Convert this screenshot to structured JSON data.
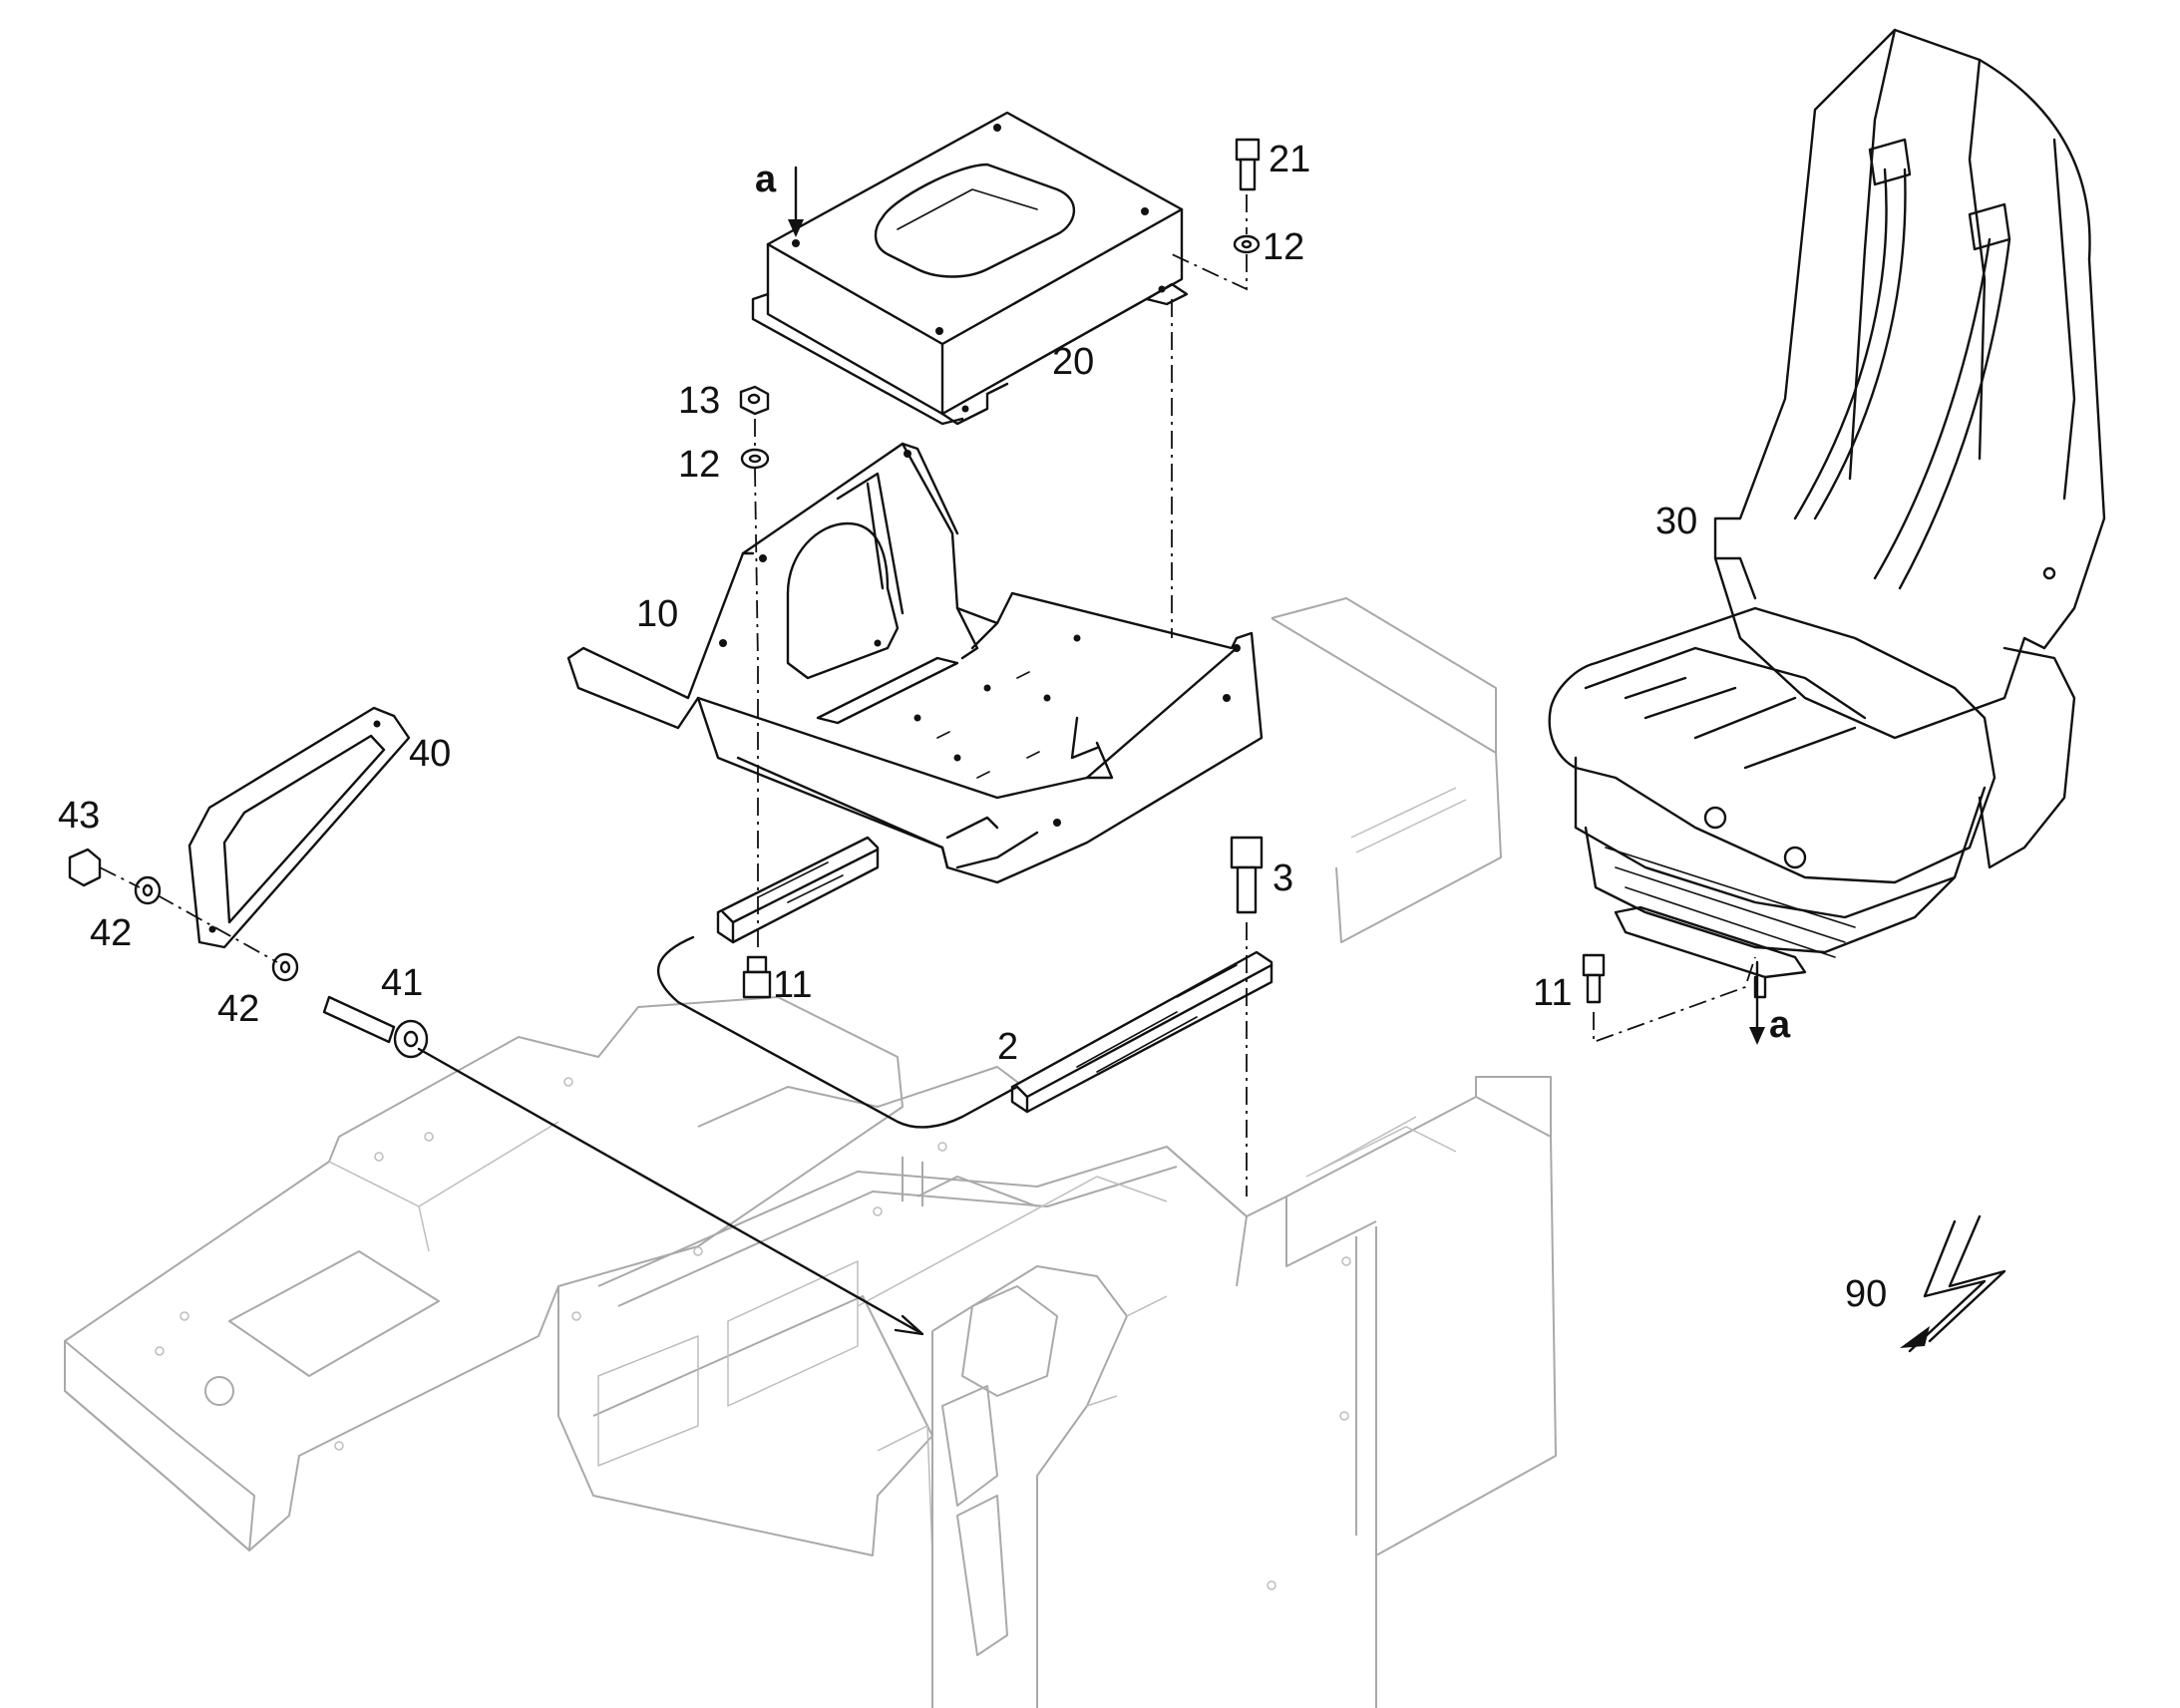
{
  "diagram": {
    "labels": {
      "p2": "2",
      "p3": "3",
      "p10": "10",
      "p11_left": "11",
      "p11_right": "11",
      "p12_top": "12",
      "p12_mid": "12",
      "p13": "13",
      "p20": "20",
      "p21": "21",
      "p30": "30",
      "p40": "40",
      "p41": "41",
      "p42_upper": "42",
      "p42_lower": "42",
      "p43": "43",
      "p90": "90",
      "view_a_top": "a",
      "view_a_bottom": "a"
    },
    "colors": {
      "line": "#111111",
      "background_part": "#a9a9a9"
    },
    "icons": [
      "electrical-lightning-icon"
    ]
  }
}
